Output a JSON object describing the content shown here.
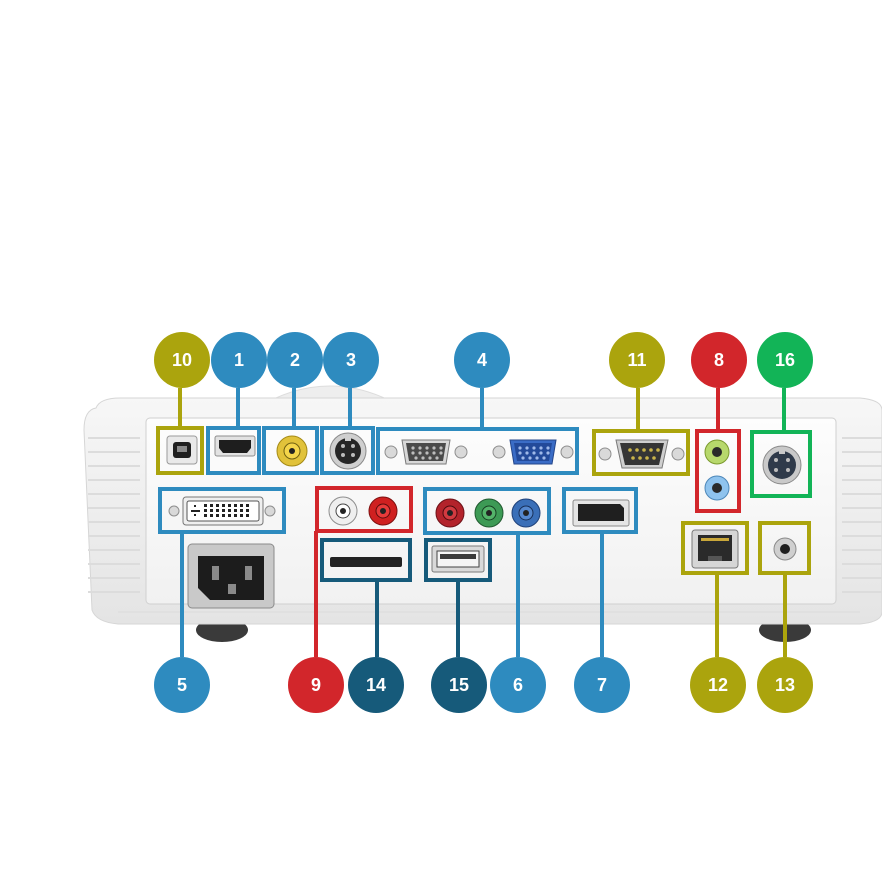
{
  "colors": {
    "blue": "#2e8bbf",
    "olive": "#aba40d",
    "red": "#d2262b",
    "green": "#12b457",
    "navy": "#165a7a",
    "chassis": "#f4f4f4",
    "panel": "#fafafa"
  },
  "callouts": [
    {
      "id": "10",
      "label": "10",
      "color": "olive"
    },
    {
      "id": "1",
      "label": "1",
      "color": "blue"
    },
    {
      "id": "2",
      "label": "2",
      "color": "blue"
    },
    {
      "id": "3",
      "label": "3",
      "color": "blue"
    },
    {
      "id": "4",
      "label": "4",
      "color": "blue"
    },
    {
      "id": "11",
      "label": "11",
      "color": "olive"
    },
    {
      "id": "8",
      "label": "8",
      "color": "red"
    },
    {
      "id": "16",
      "label": "16",
      "color": "green"
    },
    {
      "id": "5",
      "label": "5",
      "color": "blue"
    },
    {
      "id": "9",
      "label": "9",
      "color": "red"
    },
    {
      "id": "14",
      "label": "14",
      "color": "navy"
    },
    {
      "id": "15",
      "label": "15",
      "color": "navy"
    },
    {
      "id": "6",
      "label": "6",
      "color": "blue"
    },
    {
      "id": "7",
      "label": "7",
      "color": "blue"
    },
    {
      "id": "12",
      "label": "12",
      "color": "olive"
    },
    {
      "id": "13",
      "label": "13",
      "color": "olive"
    }
  ]
}
